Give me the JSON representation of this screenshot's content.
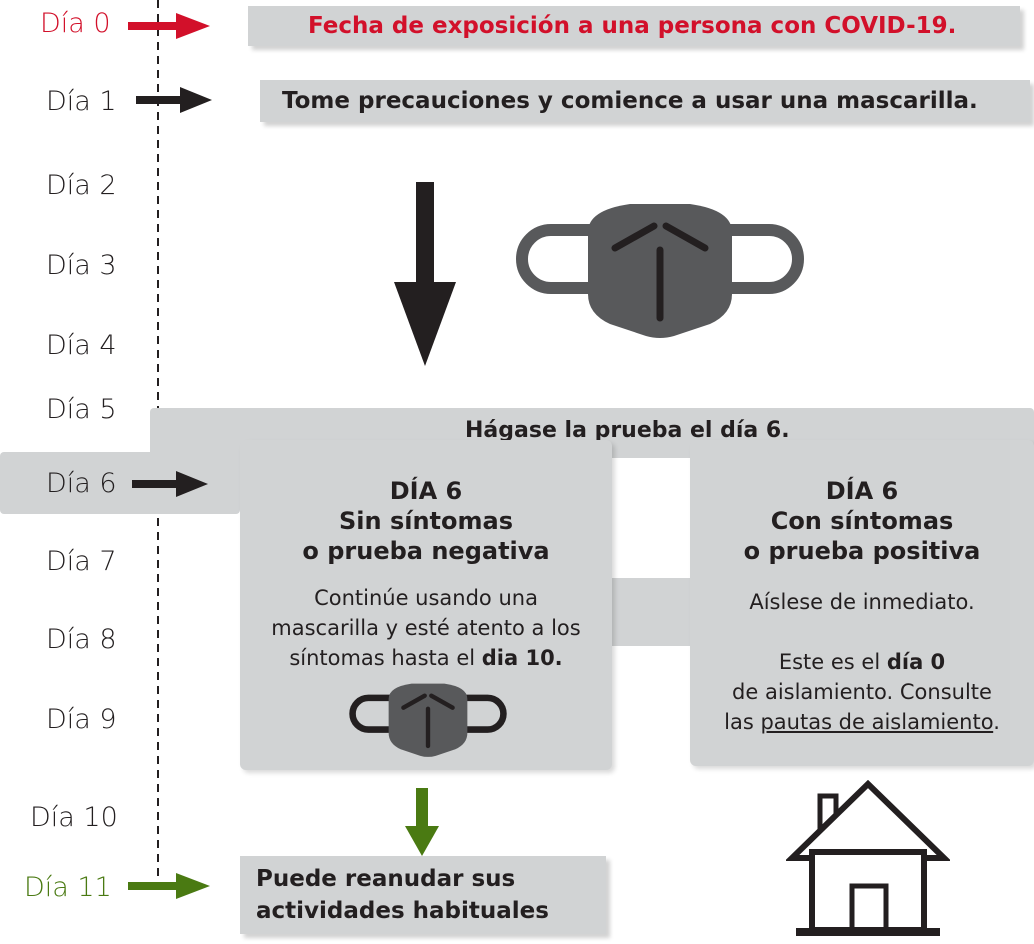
{
  "timeline": {
    "days": [
      "Día 0",
      "Día 1",
      "Día 2",
      "Día 3",
      "Día 4",
      "Día 5",
      "Día 6",
      "Día 7",
      "Día 8",
      "Día 9",
      "Día 10",
      "Día 11"
    ]
  },
  "banners": {
    "exposure": "Fecha de exposición a una persona con COVID-19.",
    "precautions": "Tome precauciones y comience a usar una mascarilla.",
    "test": "Hágase la prueba el día 6.",
    "resume_line1": "Puede reanudar sus",
    "resume_line2": "actividades habituales"
  },
  "negative_card": {
    "title1": "DÍA 6",
    "title2": "Sin síntomas",
    "title3": "o prueba negativa",
    "body1": "Continúe usando una",
    "body2": "mascarilla y esté atento a los",
    "body3_pre": "síntomas hasta el ",
    "body3_bold": "dia 10."
  },
  "positive_card": {
    "title1": "DÍA 6",
    "title2": "Con síntomas",
    "title3": "o prueba positiva",
    "body1": "Aíslese de inmediato.",
    "body2_pre": "Este es el ",
    "body2_bold": "día 0",
    "body3": "de aislamiento. Consulte",
    "body4_pre": "las ",
    "body4_link": "pautas de aislamiento",
    "body4_post": "."
  },
  "colors": {
    "red": "#d2102a",
    "green": "#4a7a12",
    "dark": "#231f20",
    "gray": "#d1d3d4"
  },
  "icons": [
    "arrow-right-icon",
    "arrow-down-icon",
    "mask-icon",
    "house-icon"
  ]
}
